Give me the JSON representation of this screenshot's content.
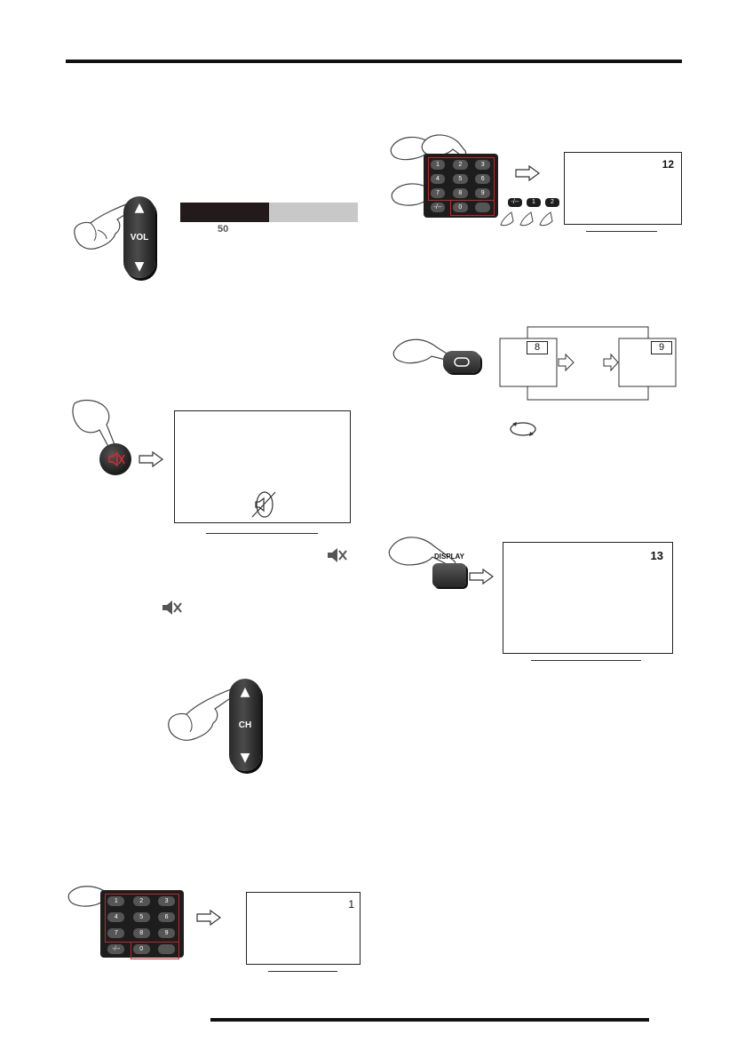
{
  "volume": {
    "button_label": "VOL",
    "bar_level_fraction": 0.5,
    "value_text": "50"
  },
  "channel": {
    "button_label": "CH"
  },
  "direct_channel": {
    "keys": [
      "1",
      "2",
      "3",
      "4",
      "5",
      "6",
      "7",
      "8",
      "9",
      "-/--",
      "0",
      ""
    ],
    "sequence_keys": [
      "-/--",
      "1",
      "2"
    ],
    "screen_number": "12"
  },
  "single_digit": {
    "screen_number": "1"
  },
  "recall": {
    "left_channel": "8",
    "right_channel": "9"
  },
  "display": {
    "button_label": "DISPLAY",
    "screen_number": "13"
  },
  "colors": {
    "rule": "#111111",
    "volume_fill": "#231a1b",
    "volume_track": "#c8c8c8",
    "keypad_outline": "#c0262b"
  },
  "icons": [
    "hand-icon",
    "up-arrow-icon",
    "down-arrow-icon",
    "mute-icon",
    "arrow-right-icon",
    "recall-cycle-icon"
  ]
}
